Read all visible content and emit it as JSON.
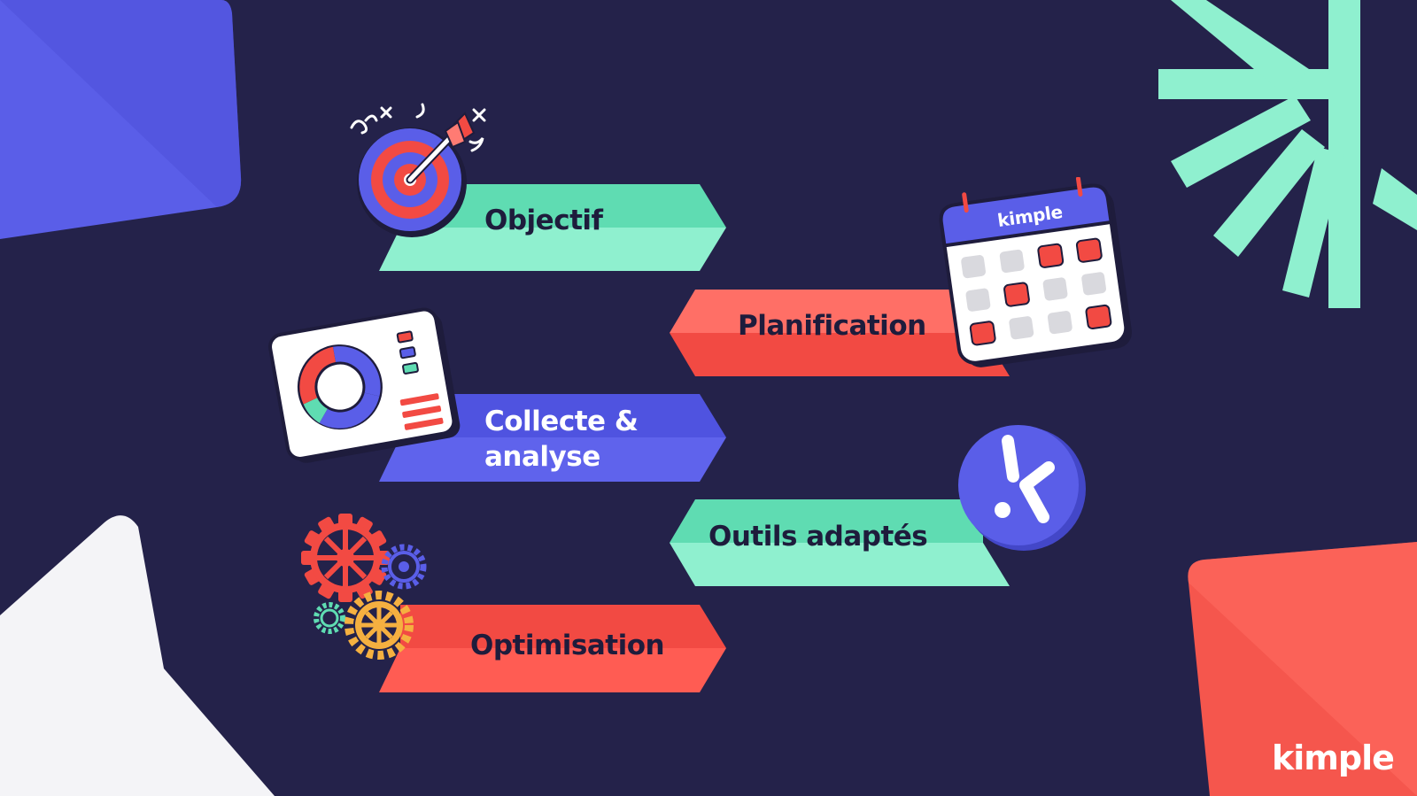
{
  "colors": {
    "background": "#24224a",
    "mint": "#5fdcb2",
    "mint_light": "#8ff0cf",
    "coral": "#f35a51",
    "coral_light": "#ff6f66",
    "indigo": "#5b5fe8",
    "indigo_light": "#6f73f2",
    "gold": "#f5b040",
    "white": "#ffffff"
  },
  "steps": [
    {
      "label": "Objectif",
      "color": "mint",
      "icon": "target-icon"
    },
    {
      "label": "Planification",
      "color": "coral",
      "icon": "calendar-icon"
    },
    {
      "label_line1": "Collecte &",
      "label_line2": "analyse",
      "color": "indigo",
      "icon": "dashboard-chart-icon"
    },
    {
      "label": "Outils adaptés",
      "color": "mint",
      "icon": "kimple-logo-icon"
    },
    {
      "label": "Optimisation",
      "color": "coral",
      "icon": "gears-icon"
    }
  ],
  "calendar_brand": "kimple",
  "brand": "kimple"
}
